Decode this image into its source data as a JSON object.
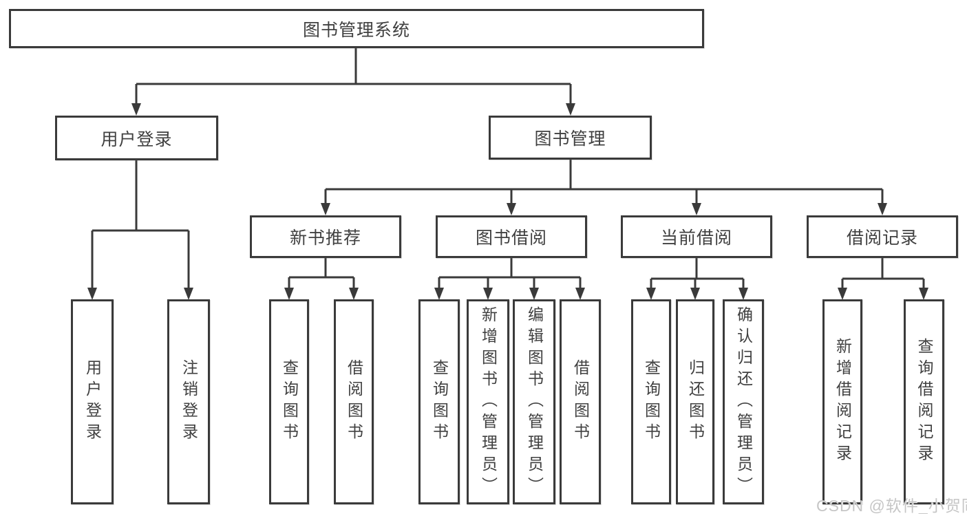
{
  "chart": {
    "root": {
      "label": "图书管理系统"
    },
    "branches": [
      {
        "label": "用户登录",
        "children": [
          {
            "label": "用户登录"
          },
          {
            "label": "注销登录"
          }
        ]
      },
      {
        "label": "图书管理",
        "children": [
          {
            "label": "新书推荐",
            "children": [
              {
                "label": "查询图书"
              },
              {
                "label": "借阅图书"
              }
            ]
          },
          {
            "label": "图书借阅",
            "children": [
              {
                "label": "查询图书"
              },
              {
                "label": "新增图书（管理员）"
              },
              {
                "label": "编辑图书（管理员）"
              },
              {
                "label": "借阅图书"
              }
            ]
          },
          {
            "label": "当前借阅",
            "children": [
              {
                "label": "查询图书"
              },
              {
                "label": "归还图书"
              },
              {
                "label": "确认归还（管理员）"
              }
            ]
          },
          {
            "label": "借阅记录",
            "children": [
              {
                "label": "新增借阅记录"
              },
              {
                "label": "查询借阅记录"
              }
            ]
          }
        ]
      }
    ]
  },
  "watermark": {
    "text": "CSDN @软件_小贺同学"
  },
  "colors": {
    "line": "#3a3a3a",
    "text": "#404040",
    "background": "#ffffff",
    "watermark": "#c6c6c6"
  }
}
